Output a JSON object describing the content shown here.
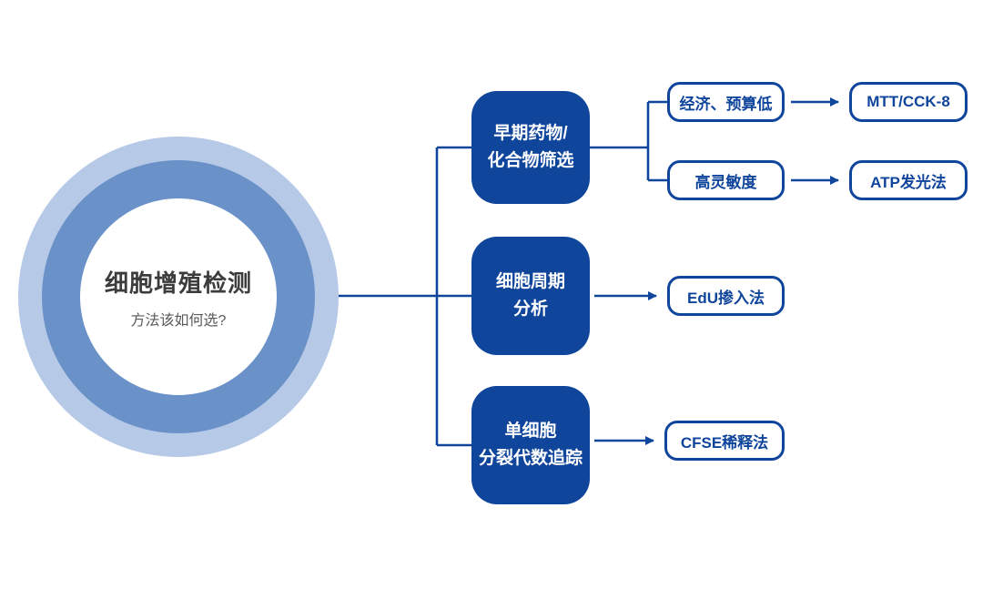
{
  "diagram": {
    "root": {
      "title": "细胞增殖检测",
      "subtitle": "方法该如何选?"
    },
    "branches": [
      {
        "line1": "早期药物/",
        "line2": "化合物筛选"
      },
      {
        "line1": "细胞周期",
        "line2": "分析"
      },
      {
        "line1": "单细胞",
        "line2": "分裂代数追踪"
      }
    ],
    "conditions": [
      {
        "label": "经济、预算低"
      },
      {
        "label": "高灵敏度"
      }
    ],
    "methods": [
      {
        "label": "MTT/CCK-8"
      },
      {
        "label": "ATP发光法"
      },
      {
        "label": "EdU掺入法"
      },
      {
        "label": "CFSE稀释法"
      }
    ],
    "colors": {
      "primary": "#10459C",
      "ring_outer": "#B6C9E7",
      "ring_middle": "#6B91C9",
      "ring_center": "#FFFFFF",
      "title_text": "#3C3C3C",
      "subtitle_text": "#595959"
    }
  }
}
